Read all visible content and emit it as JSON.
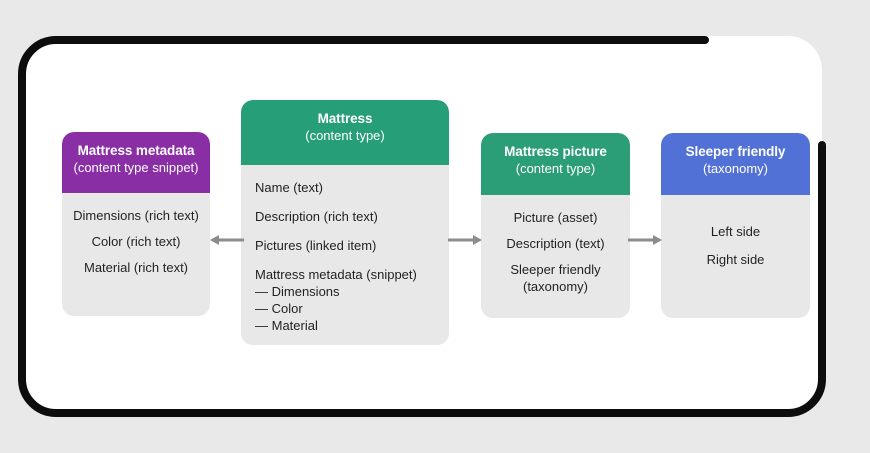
{
  "frame": {
    "card_color": "#ffffff",
    "stroke_color": "#0d0d0d",
    "background_color": "#e9e9e9"
  },
  "diagram": {
    "type": "entity-relationship",
    "nodes": [
      {
        "id": "mattress-metadata",
        "title": "Mattress metadata",
        "subtitle": "(content type snippet)",
        "header_color": "#8a2ea5",
        "body_color": "#e8e8e8",
        "fields": [
          "Dimensions (rich text)",
          "Color (rich text)",
          "Material (rich text)"
        ]
      },
      {
        "id": "mattress",
        "title": "Mattress",
        "subtitle": "(content type)",
        "header_color": "#269e77",
        "body_color": "#e8e8e8",
        "fields": [
          "Name (text)",
          "Description (rich text)",
          "Pictures (linked item)",
          "Mattress metadata (snippet)"
        ],
        "sub_fields": [
          "— Dimensions",
          "— Color",
          "— Material"
        ]
      },
      {
        "id": "mattress-picture",
        "title": "Mattress picture",
        "subtitle": "(content type)",
        "header_color": "#2b9e77",
        "body_color": "#e8e8e8",
        "fields": [
          "Picture (asset)",
          "Description (text)",
          "Sleeper friendly",
          "(taxonomy)"
        ]
      },
      {
        "id": "sleeper-friendly",
        "title": "Sleeper friendly",
        "subtitle": "(taxonomy)",
        "header_color": "#5271d6",
        "body_color": "#e8e8e8",
        "fields": [
          "Left side",
          "Right side"
        ]
      }
    ],
    "connectors": [
      {
        "id": "mattress-to-metadata",
        "direction": "left",
        "color": "#8c8c8c"
      },
      {
        "id": "mattress-to-picture",
        "direction": "right",
        "color": "#8c8c8c"
      },
      {
        "id": "picture-to-taxonomy",
        "direction": "right",
        "color": "#8c8c8c"
      }
    ]
  }
}
